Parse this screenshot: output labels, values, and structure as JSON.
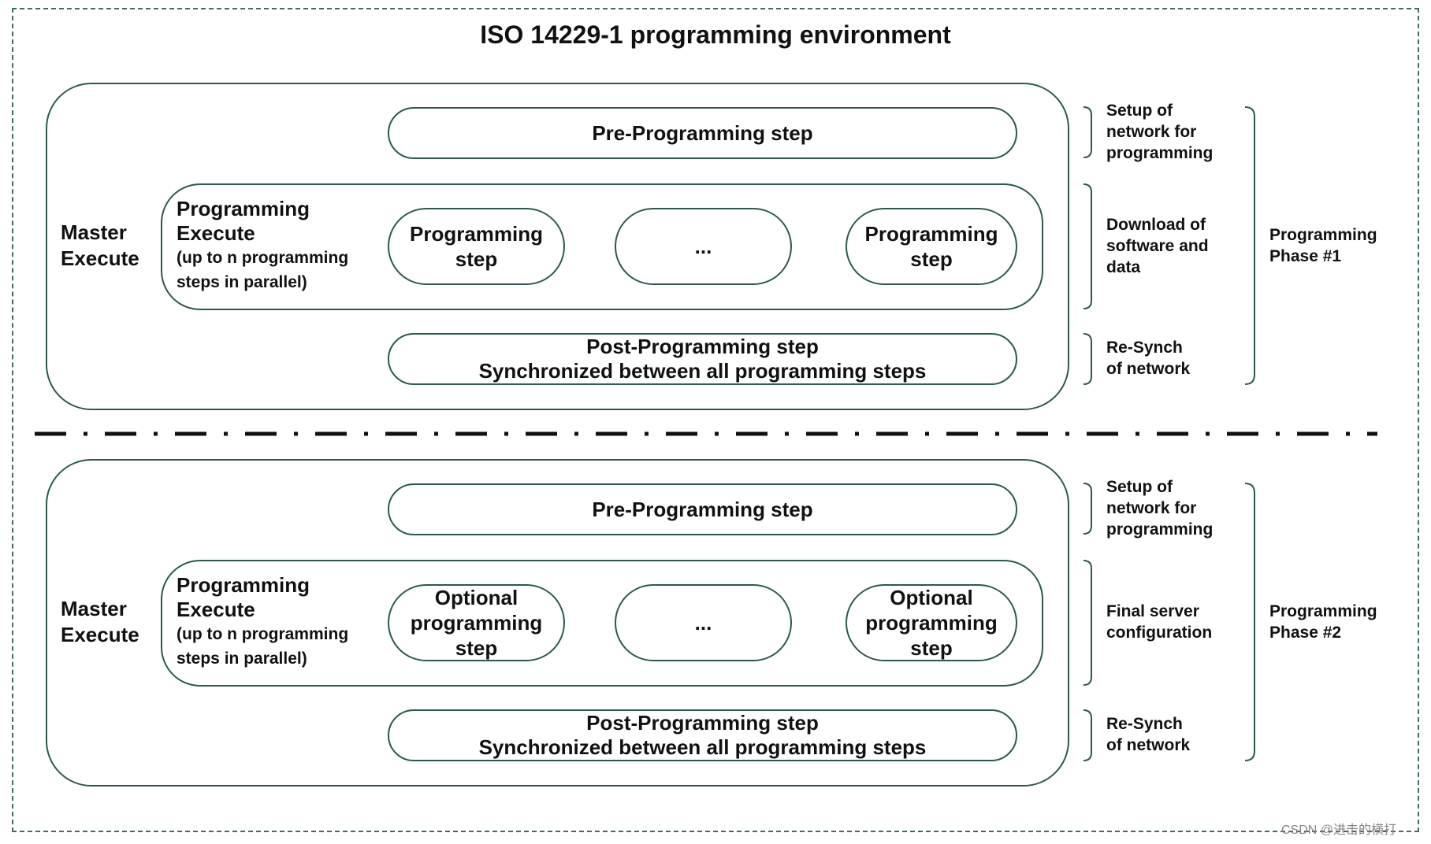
{
  "title": "ISO 14229-1 programming environment",
  "phases": [
    {
      "master": [
        "Master",
        "Execute"
      ],
      "pre": "Pre-Programming step",
      "pe_title": [
        "Programming",
        "Execute"
      ],
      "pe_sub": [
        "(up to n programming",
        "steps in parallel)"
      ],
      "step_left": [
        "Programming",
        "step"
      ],
      "ellipsis": "...",
      "step_right": [
        "Programming",
        "step"
      ],
      "post": [
        "Post-Programming step",
        "Synchronized between all programming steps"
      ],
      "side_setup": [
        "Setup of",
        "network for",
        "programming"
      ],
      "side_middle": [
        "Download of",
        "software and",
        "data"
      ],
      "side_resynch": [
        "Re-Synch",
        "of network"
      ],
      "phase_label": [
        "Programming",
        "Phase #1"
      ]
    },
    {
      "master": [
        "Master",
        "Execute"
      ],
      "pre": "Pre-Programming step",
      "pe_title": [
        "Programming",
        "Execute"
      ],
      "pe_sub": [
        "(up to n programming",
        "steps in parallel)"
      ],
      "step_left": [
        "Optional",
        "programming",
        "step"
      ],
      "ellipsis": "...",
      "step_right": [
        "Optional",
        "programming",
        "step"
      ],
      "post": [
        "Post-Programming step",
        "Synchronized between all programming steps"
      ],
      "side_setup": [
        "Setup of",
        "network for",
        "programming"
      ],
      "side_middle": [
        "Final server",
        "configuration"
      ],
      "side_resynch": [
        "Re-Synch",
        "of network"
      ],
      "phase_label": [
        "Programming",
        "Phase #2"
      ]
    }
  ],
  "watermark": "CSDN @进击的横打",
  "colors": {
    "stroke": "#2c5a46",
    "frame": "#3f6e5b",
    "separator": "#111111"
  }
}
